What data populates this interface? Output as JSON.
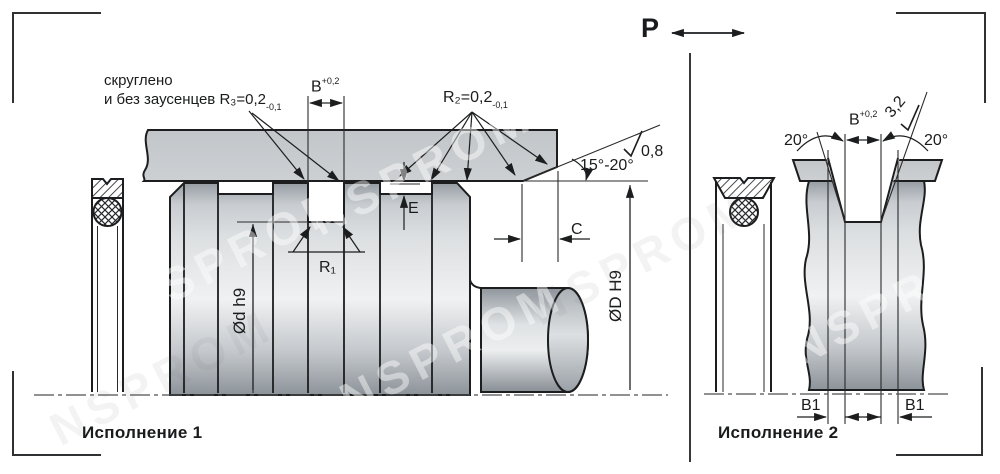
{
  "pressure": {
    "label": "P"
  },
  "watermark": {
    "text": "NSPROM"
  },
  "colors": {
    "line": "#1c1d1e",
    "metal_light": "#f1f2f3",
    "metal_dark": "#8f969c",
    "housing_bar": "#c6c9cc",
    "background": "#ffffff"
  },
  "version1": {
    "caption": "Исполнение 1",
    "note_line1": "скруглено",
    "note_line2_prefix": "и без заусенцев ",
    "r3_base": "R₃=0,2",
    "r3_tol": "-0,1",
    "b_base": "B",
    "b_tol": "+0,2",
    "r2_base": "R₂=0,2",
    "r2_tol": "-0,1",
    "roughness": "0,8",
    "chamfer_angle": "15°-20°",
    "dim_e": "E",
    "dim_c": "C",
    "dim_r1": "R₁",
    "shaft_dia": "Ød h9",
    "bore_dia": "ØD H9"
  },
  "version2": {
    "caption": "Исполнение 2",
    "b_base": "B",
    "b_tol": "+0,2",
    "angle_left": "20°",
    "angle_right": "20°",
    "roughness": "3,2",
    "b1_left": "B1",
    "b1_right": "B1"
  }
}
